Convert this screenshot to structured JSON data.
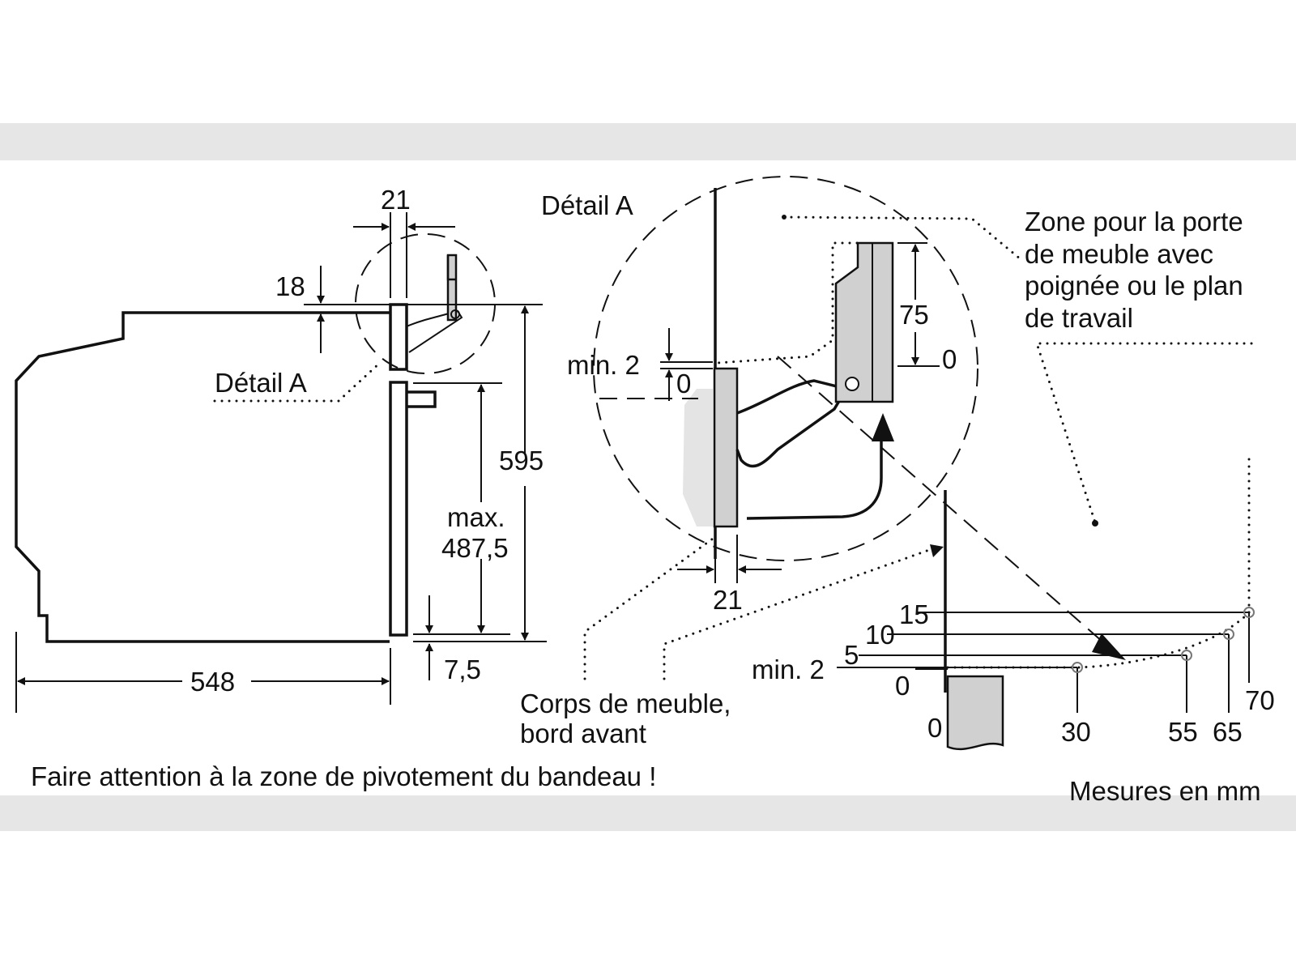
{
  "labels": {
    "detail_a_top": "Détail A",
    "detail_a_side": "Détail A",
    "zone_line1": "Zone pour la porte",
    "zone_line2": "de meuble avec",
    "zone_line3": "poignée ou le plan",
    "zone_line4": "de travail",
    "corps_line1": "Corps de meuble,",
    "corps_line2": "bord avant",
    "warning": "Faire attention à la zone de pivotement du bandeau !",
    "units": "Mesures en mm"
  },
  "dimensions": {
    "d21_top": "21",
    "d18": "18",
    "d595": "595",
    "max_label": "max.",
    "max_value": "487,5",
    "d548": "548",
    "d7_5": "7,5",
    "min2_detail": "min. 2",
    "zero_detail": "0",
    "d75": "75",
    "zero_75": "0",
    "d21_detail": "21",
    "y15": "15",
    "y10": "10",
    "y5": "5",
    "ymin2": "min. 2",
    "y0": "0",
    "x0": "0",
    "x30": "30",
    "x55": "55",
    "x65": "65",
    "x70": "70"
  },
  "colors": {
    "band": "#e6e6e6",
    "fill": "#d0d0d0",
    "line": "#111111"
  }
}
